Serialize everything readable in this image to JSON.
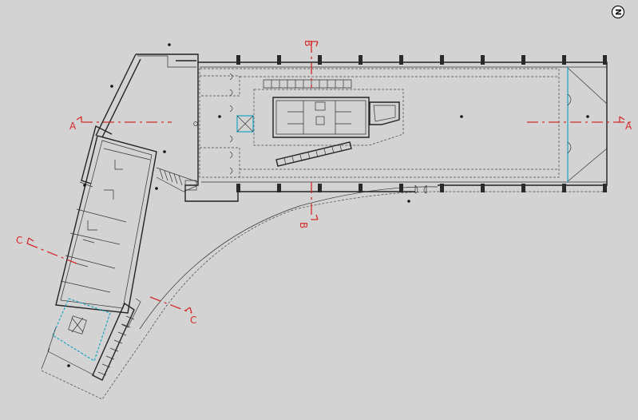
{
  "drawing": {
    "type": "architectural-floor-plan",
    "north_arrow": {
      "symbol": "N",
      "icon": "north-arrow-icon"
    },
    "sections": [
      {
        "id": "A",
        "left_label": "A",
        "right_label": "A"
      },
      {
        "id": "B",
        "top_label": "B",
        "bottom_label": "B"
      },
      {
        "id": "C",
        "top_label": "C",
        "bottom_label": "C"
      }
    ],
    "colors": {
      "background": "#d3d3d3",
      "walls": "#222222",
      "section_lines": "#d42a2a",
      "highlight": "#1aa6c4"
    }
  }
}
